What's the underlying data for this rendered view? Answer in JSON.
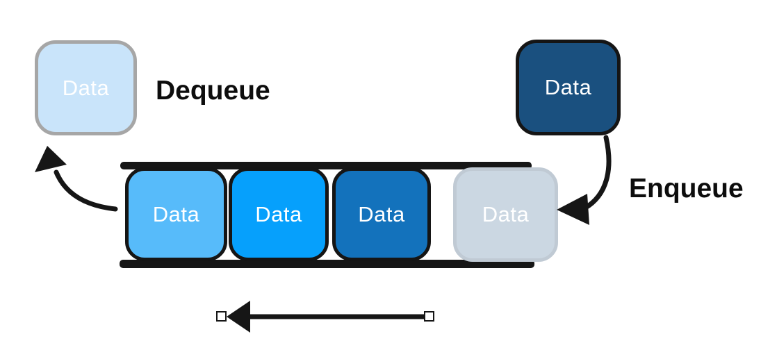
{
  "canvas": {
    "bg": "#ffffff"
  },
  "labels": {
    "dequeue": "Dequeue",
    "enqueue": "Enqueue"
  },
  "dequeue_box": {
    "text": "Data",
    "fill": "#C9E4FA",
    "border": "#A6A6A6",
    "text_color": "#FFFFFF"
  },
  "enqueue_box": {
    "text": "Data",
    "fill": "#1A507F",
    "border": "#151515",
    "text_color": "#FFFFFF"
  },
  "queue": {
    "rail_color": "#161616",
    "items": [
      {
        "text": "Data",
        "fill": "#57BBFA",
        "border": "#151515",
        "text_color": "#FFFFFF"
      },
      {
        "text": "Data",
        "fill": "#06A0FC",
        "border": "#151515",
        "text_color": "#FFFFFF"
      },
      {
        "text": "Data",
        "fill": "#1372BC",
        "border": "#151515",
        "text_color": "#FFFFFF"
      },
      {
        "text": "Data",
        "fill": "#CBD7E2",
        "border": "#C0CAD4",
        "text_color": "#FFFFFF"
      }
    ]
  },
  "arrows": {
    "color": "#161616",
    "handle_fill": "#FFFFFF"
  }
}
